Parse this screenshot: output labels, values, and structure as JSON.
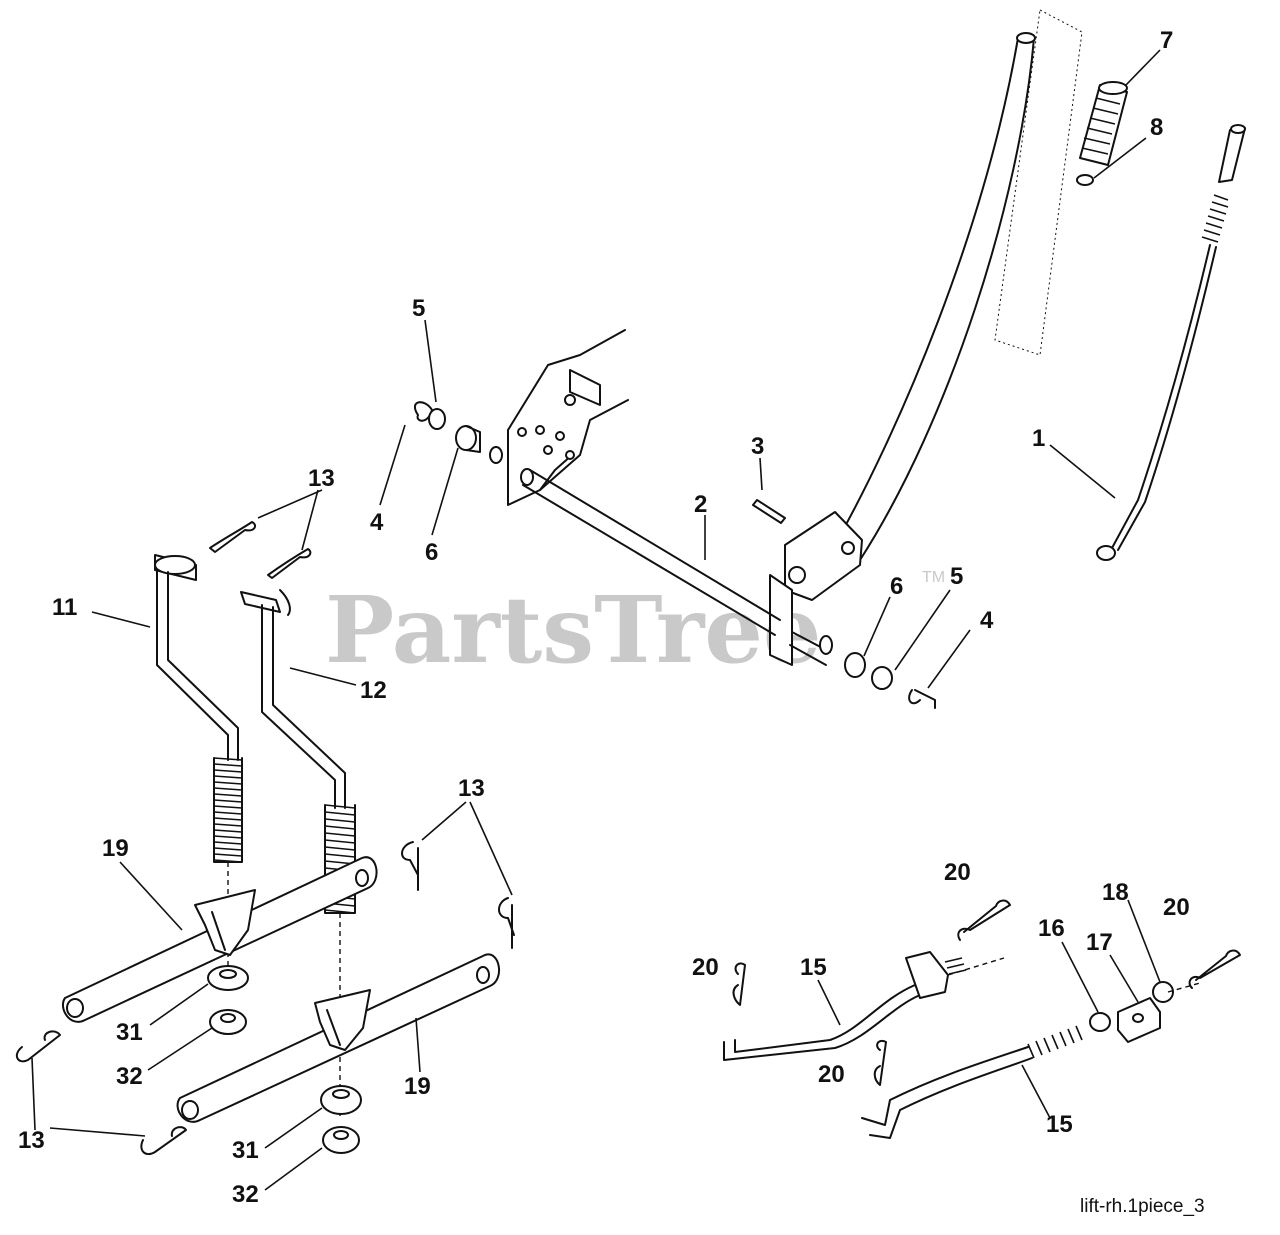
{
  "watermark": {
    "text": "PartsTree",
    "trademark": "TM"
  },
  "diagram_code": "lift-rh.1piece_3",
  "callouts": {
    "c1": "1",
    "c2": "2",
    "c3": "3",
    "c4a": "4",
    "c4b": "4",
    "c5a": "5",
    "c5b": "5",
    "c6a": "6",
    "c6b": "6",
    "c7": "7",
    "c8": "8",
    "c11": "11",
    "c12": "12",
    "c13a": "13",
    "c13b": "13",
    "c13c": "13",
    "c15a": "15",
    "c15b": "15",
    "c16": "16",
    "c17": "17",
    "c18": "18",
    "c19a": "19",
    "c19b": "19",
    "c20a": "20",
    "c20b": "20",
    "c20c": "20",
    "c20d": "20",
    "c31a": "31",
    "c31b": "31",
    "c32a": "32",
    "c32b": "32"
  }
}
